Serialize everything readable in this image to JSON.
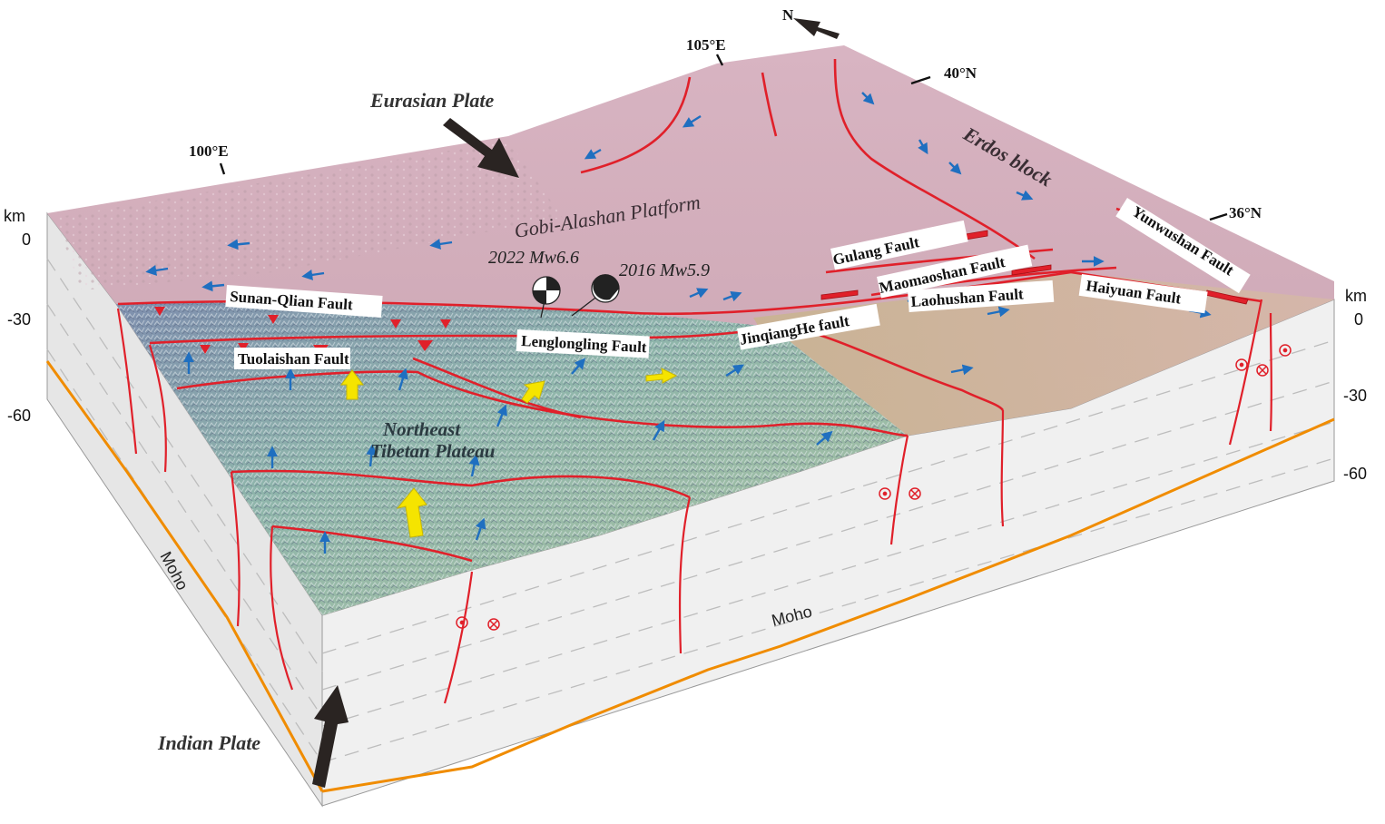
{
  "plates": {
    "eurasian": "Eurasian Plate",
    "indian": "Indian Plate"
  },
  "north_label": "N",
  "coords": {
    "lon_100": "100°E",
    "lon_105": "105°E",
    "lat_40": "40°N",
    "lat_36": "36°N"
  },
  "regions": {
    "gobi": "Gobi-Alashan Platform",
    "erdos": "Erdos block",
    "tibet_line1": "Northeast",
    "tibet_line2": "Tibetan Plateau"
  },
  "earthquakes": {
    "eq2022": "2022 Mw6.6",
    "eq2016": "2016 Mw5.9"
  },
  "faults": {
    "sunan": "Sunan-Qlian Fault",
    "tuolaishan": "Tuolaishan Fault",
    "lenglongling": "Lenglongling Fault",
    "jinqianghe": "JinqiangHe fault",
    "gulang": "Gulang Fault",
    "maomaoshan": "Maomaoshan Fault",
    "laohushan": "Laohushan Fault",
    "haiyuan": "Haiyuan Fault",
    "yunwushan": "Yunwushan Fault"
  },
  "depth_axis_left": {
    "unit": "km",
    "ticks": [
      "0",
      "-30",
      "-60"
    ]
  },
  "depth_axis_right": {
    "unit": "km",
    "ticks": [
      "0",
      "-30",
      "-60"
    ]
  },
  "moho_labels": {
    "left": "Moho",
    "front": "Moho"
  },
  "colors": {
    "fault": "#e0202a",
    "moho": "#f08c00",
    "gps_arrow": "#1f6fc0",
    "push_arrow": "#f5e400",
    "plate_arrow": "#2a2422",
    "surface_top": "#cfa9b6",
    "surface_tibet": "#8fb9ac"
  }
}
